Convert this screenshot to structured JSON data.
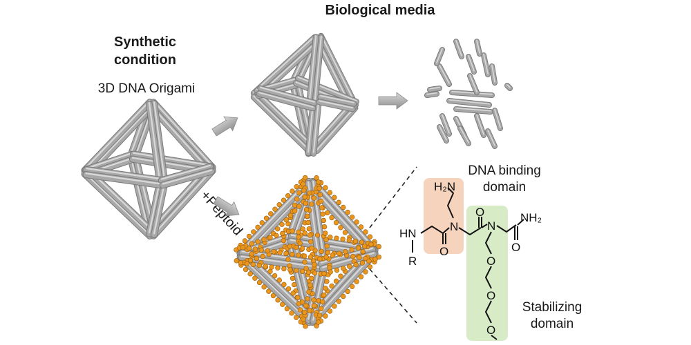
{
  "labels": {
    "synthetic_line1": "Synthetic",
    "synthetic_line2": "condition",
    "biological_media": "Biological media",
    "origami": "3D DNA Origami",
    "peptoid": "+Peptoid",
    "binding_line1": "DNA binding",
    "binding_line2": "domain",
    "stabilizing_line1": "Stabilizing",
    "stabilizing_line2": "domain"
  },
  "chem": {
    "h2n": "H₂N",
    "nh2": "NH₂",
    "hn": "HN",
    "r": "R",
    "n": "N",
    "o": "O"
  },
  "colors": {
    "rod": "#a8a8a8",
    "rod_dark": "#7a7a7a",
    "rod_light": "#d9d9d9",
    "bead": "#e8961e",
    "binding_box": "#f6d3bd",
    "stabilizing_box": "#d7ebc7",
    "arrow": "#9a9a9a"
  }
}
